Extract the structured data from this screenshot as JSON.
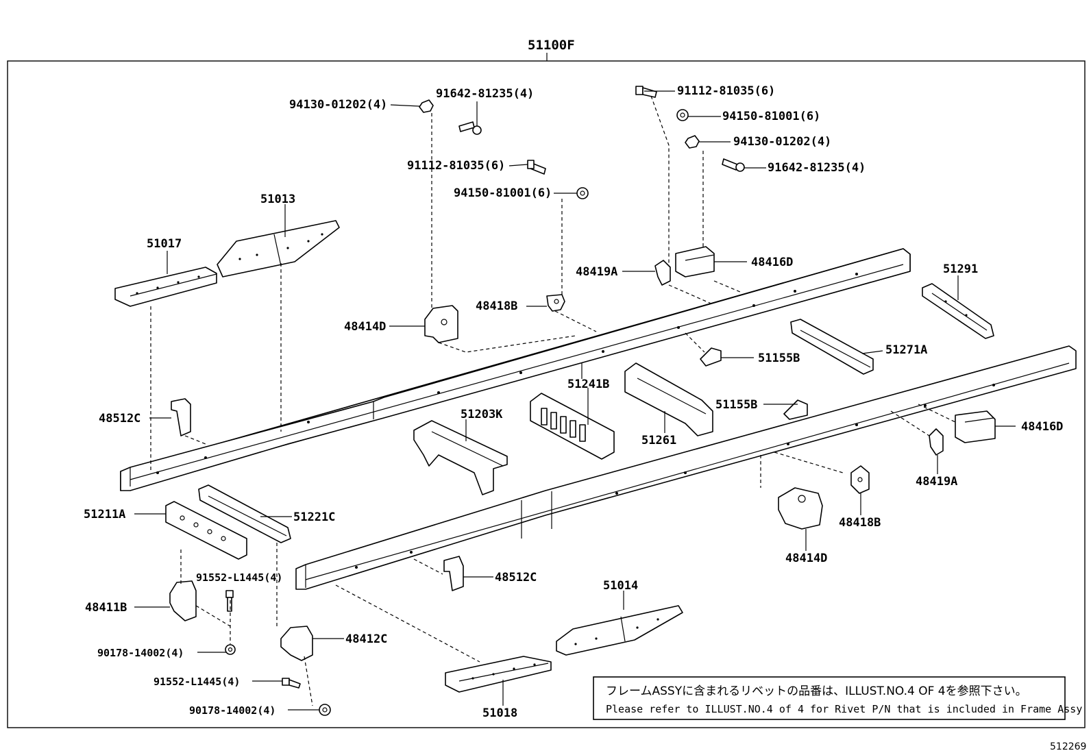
{
  "assembly_label": "51100F",
  "illustration_id": "512269",
  "note": {
    "jp": "フレームASSYに含まれるリベットの品番は、ILLUST.NO.4 OF 4を参照下さい。",
    "en": "Please refer to ILLUST.NO.4 of 4 for Rivet P/N that is included in Frame Assy"
  },
  "labels": {
    "l_94130_a": "94130-01202(4)",
    "l_91642_a": "91642-81235(4)",
    "l_91112_a": "91112-81035(6)",
    "l_94150_a": "94150-81001(6)",
    "l_91112_b": "91112-81035(6)",
    "l_94150_b": "94150-81001(6)",
    "l_94130_b": "94130-01202(4)",
    "l_91642_b": "91642-81235(4)",
    "l_51013": "51013",
    "l_51017": "51017",
    "l_48419A_a": "48419A",
    "l_48416D_a": "48416D",
    "l_48418B_a": "48418B",
    "l_48414D_a": "48414D",
    "l_51291": "51291",
    "l_51155B_a": "51155B",
    "l_51271A": "51271A",
    "l_51241B": "51241B",
    "l_51155B_b": "51155B",
    "l_48512C_a": "48512C",
    "l_51203K": "51203K",
    "l_51261": "51261",
    "l_48416D_b": "48416D",
    "l_48419A_b": "48419A",
    "l_51211A": "51211A",
    "l_51221C": "51221C",
    "l_48418B_b": "48418B",
    "l_48414D_b": "48414D",
    "l_91552_a": "91552-L1445(4)",
    "l_48512C_b": "48512C",
    "l_48411B": "48411B",
    "l_51014": "51014",
    "l_48412C": "48412C",
    "l_90178_a": "90178-14002(4)",
    "l_91552_b": "91552-L1445(4)",
    "l_90178_b": "90178-14002(4)",
    "l_51018": "51018"
  }
}
